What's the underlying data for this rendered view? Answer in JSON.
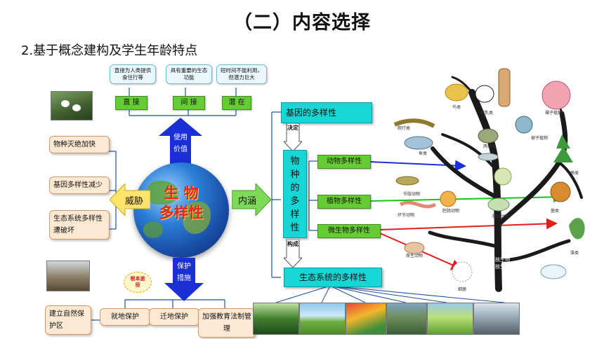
{
  "title": "（二）内容选择",
  "subtitle": "2.基于概念建构及学生年龄特点",
  "value": {
    "callouts": [
      "直接为人类提供食住行等",
      "具有重要的生态功能",
      "短时间不能利用，但潜力巨大"
    ],
    "boxes": [
      "直 接",
      "间 接",
      "潜 在"
    ],
    "arrow_label": "使用价值"
  },
  "globe": {
    "text_line1": "生  物",
    "text_line2": "多样性"
  },
  "threat": {
    "label": "威胁",
    "causes": [
      "物种灭绝加快",
      "基因多样性减少",
      "生态系统多样性遭破坏"
    ]
  },
  "content": {
    "label": "内涵",
    "gene": "基因的多样性",
    "decides": "决定",
    "species": "物种的多样性",
    "constitutes": "构成",
    "ecosystem": "生态系统的多样性",
    "groups": [
      "动物多样性",
      "植物多样性",
      "微生物多样性"
    ]
  },
  "protection": {
    "arrow_label": "保护措施",
    "bubble": "根本途径",
    "measures": [
      "就地保护",
      "迁地保护",
      "加强教育法制管理"
    ],
    "callout": "建立自然保护区"
  },
  "tree": {
    "root_label": "原核生物",
    "labels": [
      "鸟类",
      "哺乳类",
      "裸子植物",
      "爬行类",
      "两栖类",
      "鱼类",
      "被子植物",
      "蕨类",
      "原生动物",
      "环节动物",
      "节肢动物",
      "腔肠动物",
      "菌类",
      "藻类",
      "海绵动物",
      "真核生物",
      "细菌"
    ]
  },
  "colors": {
    "blue_arrow": "#1a2fd6",
    "green_arrow": "#16c316",
    "red_arrow": "#e31b1b",
    "cyan_box": "#17d6d6",
    "green_box": "#66cc33",
    "peach_box": "#fde9d3"
  }
}
